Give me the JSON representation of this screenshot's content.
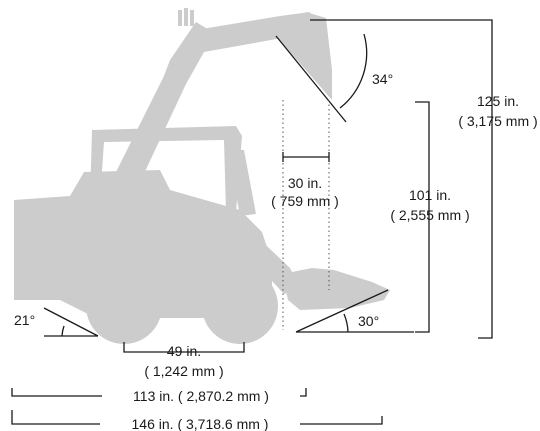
{
  "colors": {
    "silhouette": "#cccccc",
    "lines": "#1a1a1a",
    "background": "#ffffff"
  },
  "labels": {
    "bucket_angle": "34°",
    "max_height_in": "125 in.",
    "max_height_mm": "( 3,175 mm )",
    "dump_height_in": "101 in.",
    "dump_height_mm": "( 2,555 mm )",
    "reach_in": "30 in.",
    "reach_mm": "( 759 mm )",
    "departure_angle": "21°",
    "rollback_angle": "30°",
    "wheelbase_in": "49 in.",
    "wheelbase_mm": "( 1,242 mm )",
    "length_no_bucket": "113 in. ( 2,870.2 mm )",
    "length_with_bucket": "146 in. ( 3,718.6 mm )"
  }
}
